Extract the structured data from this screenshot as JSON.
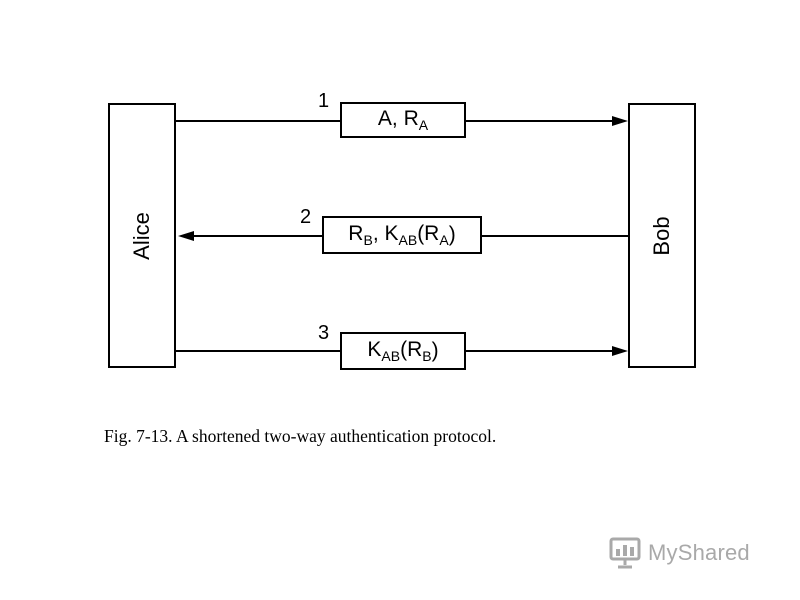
{
  "parties": {
    "left": "Alice",
    "right": "Bob"
  },
  "messages": [
    {
      "step": "1",
      "direction": "right",
      "parts": [
        {
          "text": "A, R",
          "sub": "A"
        }
      ]
    },
    {
      "step": "2",
      "direction": "left",
      "parts": [
        {
          "text": "R",
          "sub": "B"
        },
        {
          "text": ", K",
          "sub": "AB"
        },
        {
          "text": " (R",
          "sub": "A"
        },
        {
          "text": ")",
          "sub": ""
        }
      ]
    },
    {
      "step": "3",
      "direction": "right",
      "parts": [
        {
          "text": "K",
          "sub": "AB"
        },
        {
          "text": " (R",
          "sub": "B"
        },
        {
          "text": ")",
          "sub": ""
        }
      ]
    }
  ],
  "caption": "Fig. 7-13.  A shortened two-way authentication protocol.",
  "watermark": {
    "text": "MyShared",
    "icon": "presentation-board-icon",
    "color": "#a9a9a9"
  }
}
